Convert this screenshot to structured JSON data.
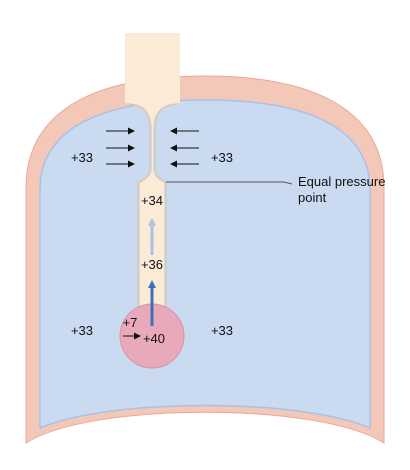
{
  "labels": {
    "upper_left_pressure": "+33",
    "upper_right_pressure": "+33",
    "airway_top_pressure": "+34",
    "airway_mid_pressure": "+36",
    "lower_left_pressure": "+33",
    "lower_right_pressure": "+33",
    "alveolus_recoil": "+7",
    "alveolus_pressure": "+40",
    "callout_line1": "Equal pressure",
    "callout_line2": "point"
  },
  "colors": {
    "chest_wall": "#f4c8b8",
    "chest_wall_edge": "#eaa896",
    "lung_fill": "#c9daf1",
    "lung_edge": "#a9c1e3",
    "airway_fill": "#fbebd6",
    "airway_edge": "#ddc8ad",
    "alveolus_fill": "#e8a9ba",
    "arrow_dark": "#3f6fb4",
    "arrow_light": "#a9c1e3",
    "text": "#111111"
  }
}
